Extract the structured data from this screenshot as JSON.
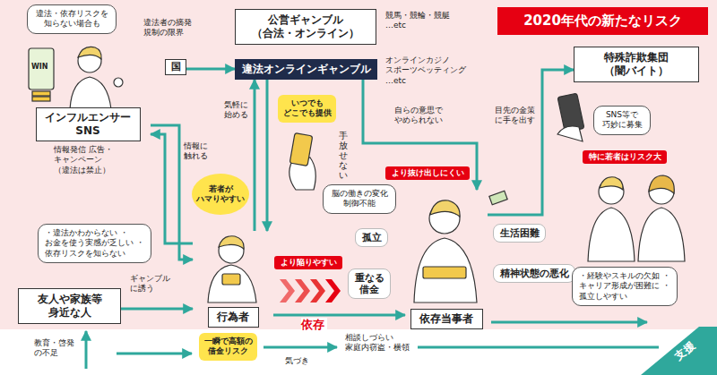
{
  "diagram": {
    "nodes": [
      {
        "text": [
          "違法・依存リスクを 知らない場合も"
        ]
      },
      {
        "text": [
          "国"
        ]
      },
      {
        "text": [
          "公営ギャンブル （合法・オンライン）"
        ]
      },
      {
        "text": [
          "違法オンラインギャンブル"
        ]
      },
      {
        "text": [
          "2020年代の新たなリスク"
        ]
      },
      {
        "text": [
          "特殊詐欺集団 （闇バイト）"
        ]
      },
      {
        "text": [
          "インフルエンサー SNS"
        ]
      },
      {
        "text": [
          "いつでも どこでも提供"
        ]
      },
      {
        "text": [
          "SNS等で 巧妙に募集"
        ]
      },
      {
        "text": [
          "若者が ハマりやすい"
        ]
      },
      {
        "text": [
          "より抜け出しにくい"
        ]
      },
      {
        "text": [
          "特に若者はリスク大"
        ]
      },
      {
        "text": [
          "脳の働きの変化 制御不能"
        ]
      },
      {
        "text": [
          "生活困難"
        ]
      },
      {
        "text": [
          "・違法かわからない ・お金を使う実感が乏しい ・依存リスクを知らない"
        ]
      },
      {
        "text": [
          "孤立"
        ]
      },
      {
        "text": [
          "精神状態の悪化"
        ]
      },
      {
        "text": [
          "より陥りやすい"
        ]
      },
      {
        "text": [
          "重なる 借金"
        ]
      },
      {
        "text": [
          "・経験やスキルの欠如 ・キャリア形成が困難に ・孤立しやすい"
        ]
      },
      {
        "text": [
          "友人や家族等 身近な人"
        ]
      },
      {
        "text": [
          "行為者"
        ]
      },
      {
        "text": [
          "依存当事者"
        ]
      },
      {
        "text": [
          "一瞬で高額の 借金リスク"
        ]
      }
    ],
    "edges": [
      {
        "from": 1,
        "to": 3,
        "arrow": "to",
        "label": "違法者の摘発 規制の限界"
      },
      {
        "from": 3,
        "to": 21,
        "arrow": "to"
      },
      {
        "from": 21,
        "to": 3,
        "arrow": "to",
        "label": "気軽に 始める"
      },
      {
        "from": 6,
        "to": 21,
        "arrow": "to",
        "label": "情報発信 広告・キャンペーン （違法は禁止）"
      },
      {
        "from": 21,
        "to": 6,
        "arrow": "to",
        "label": "情報に 触れる"
      },
      {
        "from": 20,
        "to": 21,
        "arrow": "to",
        "label": "ギャンブル に誘う"
      },
      {
        "from": 21,
        "to": 22,
        "arrow": "to",
        "label": "依存"
      },
      {
        "from": 3,
        "to": 22,
        "arrow": "to",
        "label": "自らの意思で やめられない"
      },
      {
        "from": 22,
        "to": 5,
        "arrow": "to",
        "label": "目先の金策 に手を出す"
      }
    ],
    "labels": [
      "競馬・競輪・競艇 …etc",
      "オンラインカジノ スポーツベッティング …etc",
      "手放せない",
      "教育・啓発 の不足",
      "気づき",
      "相談しづらい 家庭内窃盗・横領",
      "支援",
      "WIN"
    ]
  }
}
